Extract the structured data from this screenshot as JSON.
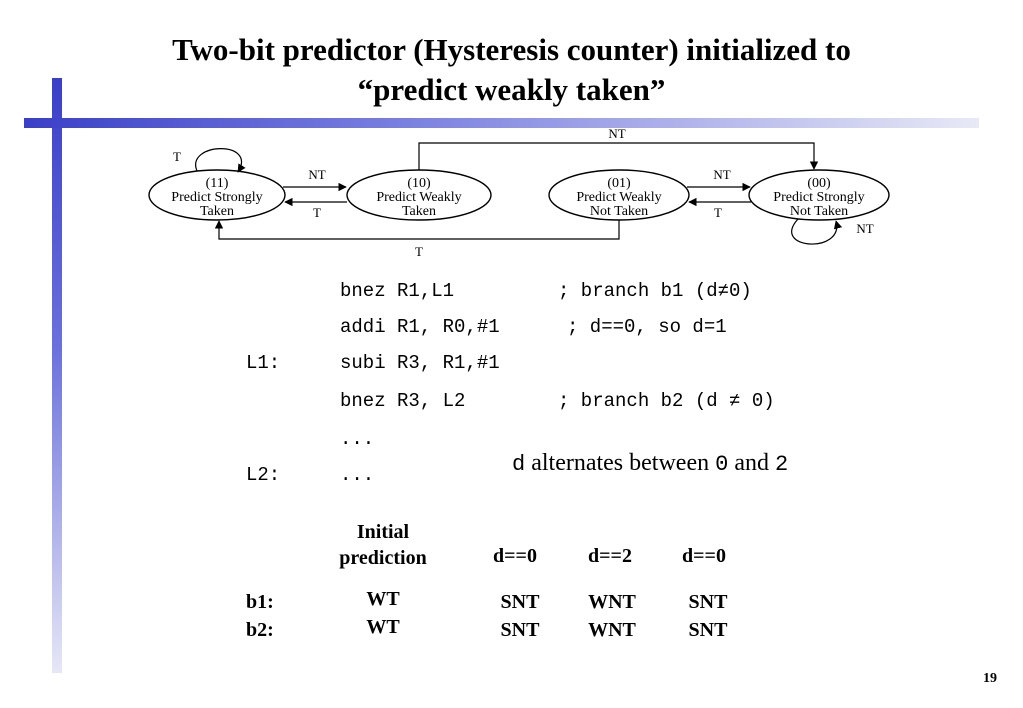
{
  "title": {
    "line1": "Two-bit predictor (Hysteresis counter) initialized to",
    "line2": "“predict weakly taken”"
  },
  "diagram": {
    "states": [
      {
        "code": "(11)",
        "line1": "Predict Strongly",
        "line2": "Taken"
      },
      {
        "code": "(10)",
        "line1": "Predict Weakly",
        "line2": "Taken"
      },
      {
        "code": "(01)",
        "line1": "Predict Weakly",
        "line2": "Not Taken"
      },
      {
        "code": "(00)",
        "line1": "Predict Strongly",
        "line2": "Not Taken"
      }
    ],
    "transitions": {
      "s11_self": "T",
      "s11_to_s10": "NT",
      "s10_to_s11": "T",
      "s01_to_s00": "NT",
      "s00_to_s01": "T",
      "s10_to_s00": "NT",
      "s01_to_s11": "T",
      "s00_self": "NT"
    }
  },
  "code": {
    "lines": [
      {
        "label": "",
        "instr": "bnez R1,L1",
        "comment": "; branch b1 (d≠0)"
      },
      {
        "label": "",
        "instr": "addi R1, R0,#1",
        "comment": "; d==0, so d=1"
      },
      {
        "label": "L1:",
        "instr": "subi R3, R1,#1",
        "comment": ""
      },
      {
        "label": "",
        "instr": "bnez R3, L2",
        "comment": "; branch b2 (d ≠ 0)"
      },
      {
        "label": "",
        "instr": "...",
        "comment": ""
      },
      {
        "label": "L2:",
        "instr": "...",
        "comment": ""
      }
    ]
  },
  "note": {
    "var": "d",
    "text1": "alternates between",
    "val1": "0",
    "text2": "and",
    "val2": "2"
  },
  "table": {
    "initial_header_line1": "Initial",
    "initial_header_line2": "prediction",
    "columns": [
      "d==0",
      "d==2",
      "d==0"
    ],
    "rows": [
      {
        "label": "b1:",
        "initial": "WT",
        "values": [
          "SNT",
          "WNT",
          "SNT"
        ]
      },
      {
        "label": "b2:",
        "initial": "WT",
        "values": [
          "SNT",
          "WNT",
          "SNT"
        ]
      }
    ]
  },
  "page_number": "19"
}
